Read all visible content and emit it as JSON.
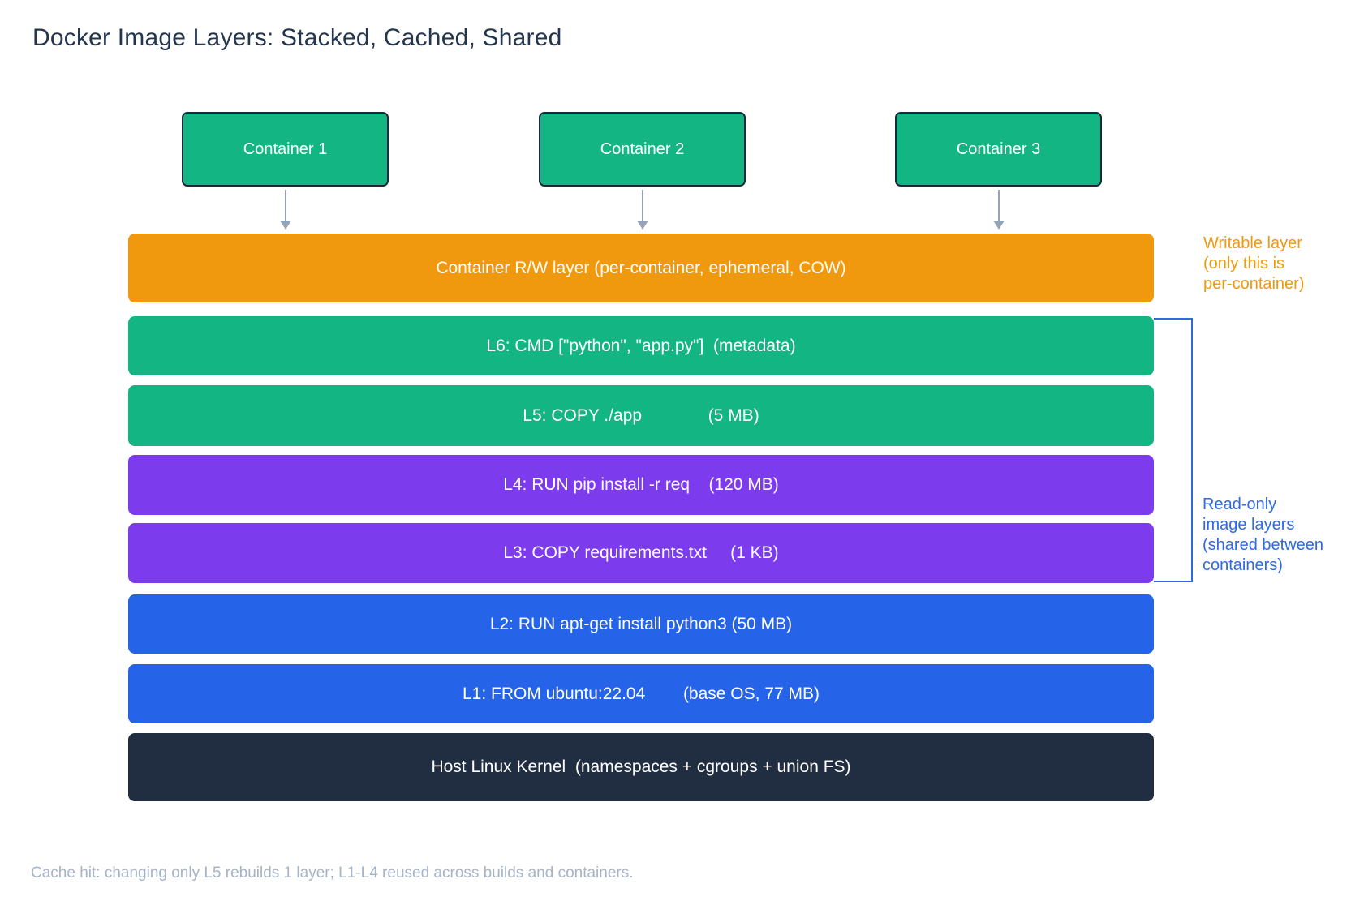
{
  "title": "Docker Image Layers: Stacked, Cached, Shared",
  "containers": [
    {
      "label": "Container 1"
    },
    {
      "label": "Container 2"
    },
    {
      "label": "Container 3"
    }
  ],
  "layers": [
    {
      "id": "rw-layer",
      "label": "Container R/W layer (per-container, ephemeral, COW)",
      "color": "#f0990e"
    },
    {
      "id": "l6",
      "label": "L6: CMD [\"python\", \"app.py\"]  (metadata)",
      "color": "#13b683"
    },
    {
      "id": "l5",
      "label": "L5: COPY ./app              (5 MB)",
      "color": "#13b683"
    },
    {
      "id": "l4",
      "label": "L4: RUN pip install -r req    (120 MB)",
      "color": "#7c3bec"
    },
    {
      "id": "l3",
      "label": "L3: COPY requirements.txt     (1 KB)",
      "color": "#7c3bec"
    },
    {
      "id": "l2",
      "label": "L2: RUN apt-get install python3 (50 MB)",
      "color": "#2563e8"
    },
    {
      "id": "l1",
      "label": "L1: FROM ubuntu:22.04        (base OS, 77 MB)",
      "color": "#2563e8"
    },
    {
      "id": "kernel",
      "label": "Host Linux Kernel  (namespaces + cgroups + union FS)",
      "color": "#212d40"
    }
  ],
  "annotations": {
    "writable": {
      "text": "Writable layer\n(only this is\nper-container)",
      "color": "#f0990e"
    },
    "readonly": {
      "text": "Read-only\nimage layers\n(shared between\ncontainers)",
      "color": "#2e6ae4"
    }
  },
  "caption": "Cache hit: changing only L5 rebuilds 1 layer; L1-L4 reused across builds and containers.",
  "colors": {
    "container_fill": "#13b683",
    "container_border": "#1b2940",
    "arrow": "#94a3b8",
    "bracket": "#2e6ae4",
    "title": "#24364e",
    "caption": "#a8b3c7",
    "background": "#ffffff"
  }
}
